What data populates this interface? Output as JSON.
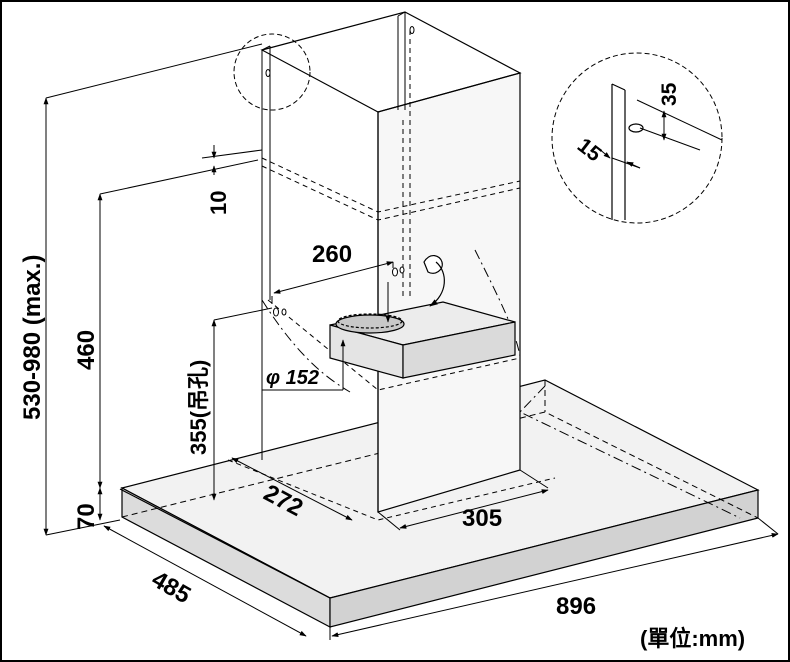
{
  "diagram": {
    "dimensions": {
      "total_height": "530-980 (max.)",
      "chimney_height": "460",
      "hole_height": "355(吊孔)",
      "hood_thickness": "70",
      "top_offset": "10",
      "hole_spacing": "260",
      "duct_diameter": "φ 152",
      "chimney_depth": "272",
      "chimney_width": "305",
      "hood_depth": "485",
      "hood_width": "896"
    },
    "detail": {
      "slot_offset": "15",
      "slot_height": "35"
    },
    "unit_note": "(單位:mm)"
  }
}
